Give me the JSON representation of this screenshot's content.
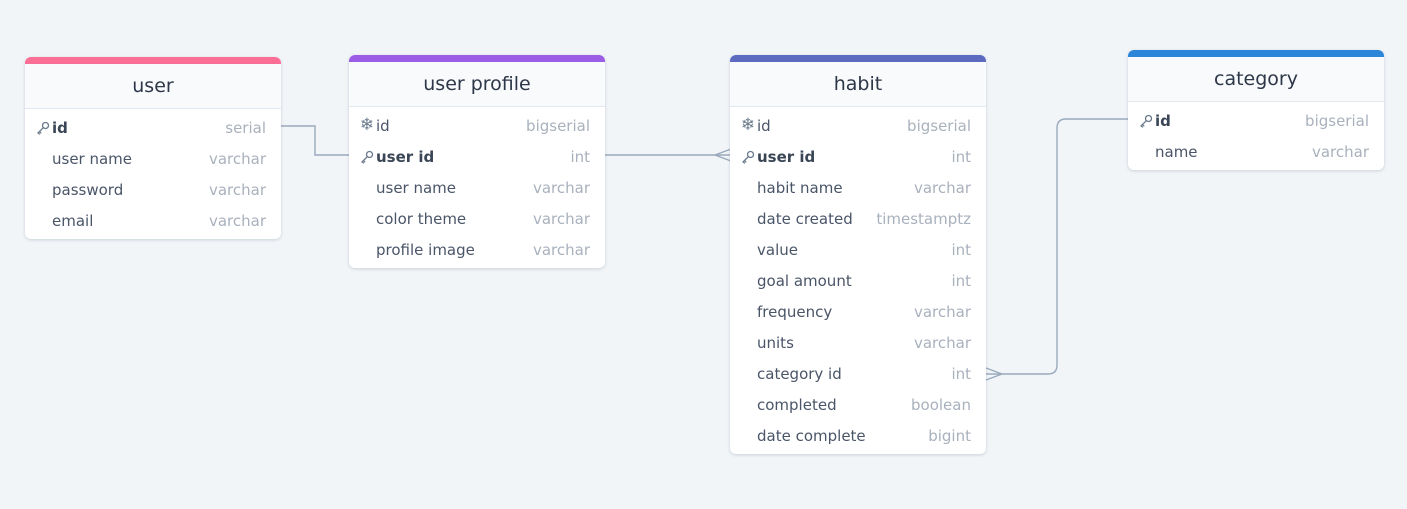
{
  "tables": {
    "user": {
      "title": "user",
      "color": "#fb6f97",
      "rows": [
        {
          "name": "id",
          "type": "serial",
          "icon": "key-icon",
          "bold": true
        },
        {
          "name": "user name",
          "type": "varchar"
        },
        {
          "name": "password",
          "type": "varchar"
        },
        {
          "name": "email",
          "type": "varchar"
        }
      ]
    },
    "user_profile": {
      "title": "user profile",
      "color": "#9b5de5",
      "rows": [
        {
          "name": "id",
          "type": "bigserial",
          "icon": "snowflake-icon",
          "bold": false
        },
        {
          "name": "user id",
          "type": "int",
          "icon": "key-icon",
          "bold": true
        },
        {
          "name": "user name",
          "type": "varchar"
        },
        {
          "name": "color theme",
          "type": "varchar"
        },
        {
          "name": "profile image",
          "type": "varchar"
        }
      ]
    },
    "habit": {
      "title": "habit",
      "color": "#5c6bc0",
      "rows": [
        {
          "name": "id",
          "type": "bigserial",
          "icon": "snowflake-icon",
          "bold": false
        },
        {
          "name": "user id",
          "type": "int",
          "icon": "key-icon",
          "bold": true
        },
        {
          "name": "habit name",
          "type": "varchar"
        },
        {
          "name": "date created",
          "type": "timestamptz"
        },
        {
          "name": "value",
          "type": "int"
        },
        {
          "name": "goal amount",
          "type": "int"
        },
        {
          "name": "frequency",
          "type": "varchar"
        },
        {
          "name": "units",
          "type": "varchar"
        },
        {
          "name": "category id",
          "type": "int"
        },
        {
          "name": "completed",
          "type": "boolean"
        },
        {
          "name": "date complete",
          "type": "bigint"
        }
      ]
    },
    "category": {
      "title": "category",
      "color": "#2b86d9",
      "rows": [
        {
          "name": "id",
          "type": "bigserial",
          "icon": "key-icon",
          "bold": true
        },
        {
          "name": "name",
          "type": "varchar"
        }
      ]
    }
  },
  "connector_color": "#9aaabd",
  "relations": [
    {
      "from": "user.id",
      "to": "user_profile.user id",
      "from_end": "one",
      "to_end": "one"
    },
    {
      "from": "user_profile.user id",
      "to": "habit.user id",
      "from_end": "one",
      "to_end": "many"
    },
    {
      "from": "category.id",
      "to": "habit.category id",
      "from_end": "one",
      "to_end": "many"
    }
  ]
}
